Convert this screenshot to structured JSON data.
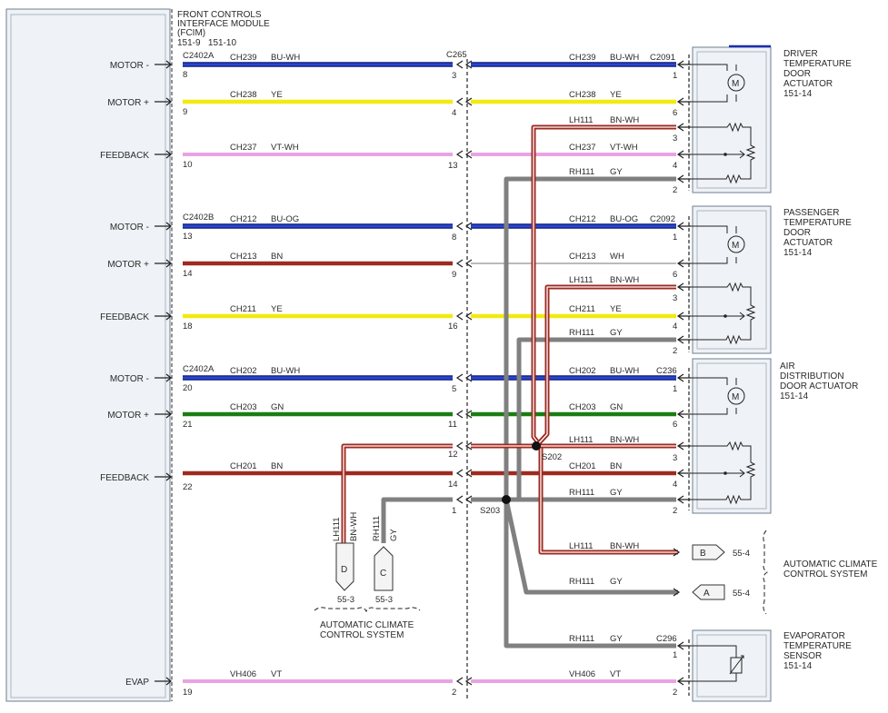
{
  "module": {
    "title_lines": [
      "FRONT CONTROLS",
      "INTERFACE MODULE",
      "(FCIM)"
    ],
    "refs": "151-9   151-10"
  },
  "connectors": {
    "inline": "C265",
    "splices": [
      "S202",
      "S203"
    ]
  },
  "pins_left": [
    {
      "label": "MOTOR -",
      "pin": "8"
    },
    {
      "label": "MOTOR +",
      "pin": "9"
    },
    {
      "label": "FEEDBACK",
      "pin": "10"
    },
    {
      "label": "MOTOR -",
      "pin": "13"
    },
    {
      "label": "MOTOR +",
      "pin": "14"
    },
    {
      "label": "FEEDBACK",
      "pin": "18"
    },
    {
      "label": "MOTOR -",
      "pin": "20"
    },
    {
      "label": "MOTOR +",
      "pin": "21"
    },
    {
      "label": "FEEDBACK",
      "pin": "22"
    },
    {
      "label": "EVAP",
      "pin": "19"
    }
  ],
  "left_connector_labels": [
    "C2402A",
    "C2402B",
    "C2402A"
  ],
  "left_wires": [
    {
      "circuit": "CH239",
      "color": "BU-WH"
    },
    {
      "circuit": "CH238",
      "color": "YE"
    },
    {
      "circuit": "CH237",
      "color": "VT-WH"
    },
    {
      "circuit": "CH212",
      "color": "BU-OG"
    },
    {
      "circuit": "CH213",
      "color": "BN"
    },
    {
      "circuit": "CH211",
      "color": "YE"
    },
    {
      "circuit": "CH202",
      "color": "BU-WH"
    },
    {
      "circuit": "CH203",
      "color": "GN"
    },
    {
      "circuit": "CH201",
      "color": "BN"
    },
    {
      "circuit": "VH406",
      "color": "VT"
    }
  ],
  "inline_pins": [
    "3",
    "4",
    "13",
    "8",
    "9",
    "16",
    "5",
    "11",
    "12",
    "14",
    "1",
    "2"
  ],
  "right_wires": [
    {
      "circuit": "CH239",
      "color": "BU-WH",
      "pin": "1"
    },
    {
      "circuit": "CH238",
      "color": "YE",
      "pin": "6"
    },
    {
      "circuit": "LH111",
      "color": "BN-WH",
      "pin": "3"
    },
    {
      "circuit": "CH237",
      "color": "VT-WH",
      "pin": "4"
    },
    {
      "circuit": "RH111",
      "color": "GY",
      "pin": "2"
    },
    {
      "circuit": "CH212",
      "color": "BU-OG",
      "pin": "1"
    },
    {
      "circuit": "CH213",
      "color": "WH",
      "pin": "6"
    },
    {
      "circuit": "LH111",
      "color": "BN-WH",
      "pin": "3"
    },
    {
      "circuit": "CH211",
      "color": "YE",
      "pin": "4"
    },
    {
      "circuit": "RH111",
      "color": "GY",
      "pin": "2"
    },
    {
      "circuit": "CH202",
      "color": "BU-WH",
      "pin": "1"
    },
    {
      "circuit": "CH203",
      "color": "GN",
      "pin": "6"
    },
    {
      "circuit": "LH111",
      "color": "BN-WH",
      "pin": "3"
    },
    {
      "circuit": "CH201",
      "color": "BN",
      "pin": "4"
    },
    {
      "circuit": "RH111",
      "color": "GY",
      "pin": "2"
    },
    {
      "circuit": "LH111",
      "color": "BN-WH",
      "pin": ""
    },
    {
      "circuit": "RH111",
      "color": "GY",
      "pin": ""
    },
    {
      "circuit": "RH111",
      "color": "GY",
      "pin": "1"
    },
    {
      "circuit": "VH406",
      "color": "VT",
      "pin": "2"
    }
  ],
  "right_connector_labels": [
    "C2091",
    "C2092",
    "C236",
    "C296"
  ],
  "components": [
    {
      "name_lines": [
        "DRIVER",
        "TEMPERATURE",
        "DOOR",
        "ACTUATOR"
      ],
      "ref": "151-14"
    },
    {
      "name_lines": [
        "PASSENGER",
        "TEMPERATURE",
        "DOOR",
        "ACTUATOR"
      ],
      "ref": "151-14"
    },
    {
      "name_lines": [
        "AIR",
        "DISTRIBUTION",
        "DOOR ACTUATOR"
      ],
      "ref": "151-14"
    },
    {
      "name_lines": [
        "EVAPORATOR",
        "TEMPERATURE",
        "SENSOR"
      ],
      "ref": "151-14"
    }
  ],
  "offpage_right": [
    {
      "letter": "B",
      "ref": "55-4"
    },
    {
      "letter": "A",
      "ref": "55-4"
    }
  ],
  "offpage_right_system": [
    "AUTOMATIC CLIMATE",
    "CONTROL SYSTEM"
  ],
  "bottom_branch": {
    "wires": [
      {
        "circuit": "LH111",
        "color": "BN-WH"
      },
      {
        "circuit": "RH111",
        "color": "GY"
      }
    ],
    "connectors": [
      {
        "letter": "D",
        "ref": "55-3"
      },
      {
        "letter": "C",
        "ref": "55-3"
      }
    ],
    "system": [
      "AUTOMATIC CLIMATE",
      "CONTROL SYSTEM"
    ]
  },
  "wire_colors": {
    "blue": "#1a2fb0",
    "yellow": "#f2ea10",
    "violet": "#e9a3e3",
    "brown": "#9e2a20",
    "green": "#1a7d12",
    "gray": "#808080"
  }
}
